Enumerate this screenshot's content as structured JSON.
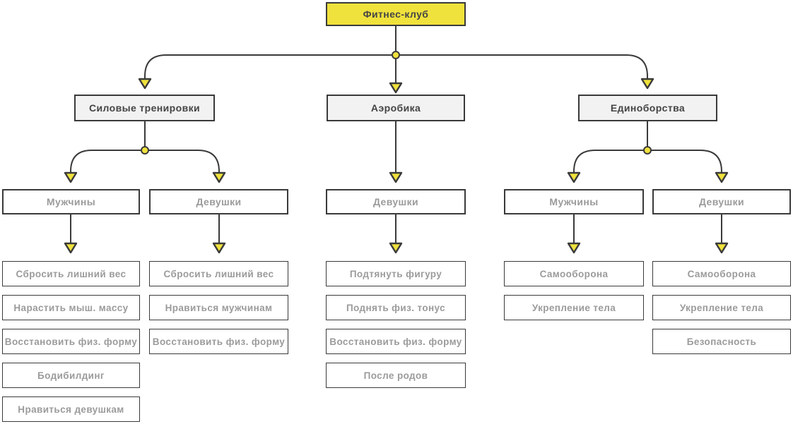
{
  "colors": {
    "accent_yellow": "#F0E23C",
    "line": "#3A3A3A",
    "level2_fill": "#F2F2F2",
    "dark_text": "#444444",
    "muted_text": "#9B9B9B",
    "background": "#FFFFFF"
  },
  "tree": {
    "root": {
      "label": "Фитнес-клуб"
    },
    "branches": [
      {
        "label": "Силовые тренировки",
        "groups": [
          {
            "label": "Мужчины",
            "goals": [
              "Сбросить лишний вес",
              "Нарастить мыш. массу",
              "Восстановить физ. форму",
              "Бодибилдинг",
              "Нравиться девушкам"
            ]
          },
          {
            "label": "Девушки",
            "goals": [
              "Сбросить лишний вес",
              "Нравиться мужчинам",
              "Восстановить физ. форму"
            ]
          }
        ]
      },
      {
        "label": "Аэробика",
        "groups": [
          {
            "label": "Девушки",
            "goals": [
              "Подтянуть фигуру",
              "Поднять физ. тонус",
              "Восстановить физ. форму",
              "После родов"
            ]
          }
        ]
      },
      {
        "label": "Единоборства",
        "groups": [
          {
            "label": "Мужчины",
            "goals": [
              "Самооборона",
              "Укрепление тела"
            ]
          },
          {
            "label": "Девушки",
            "goals": [
              "Самооборона",
              "Укрепление тела",
              "Безопасность"
            ]
          }
        ]
      }
    ]
  }
}
